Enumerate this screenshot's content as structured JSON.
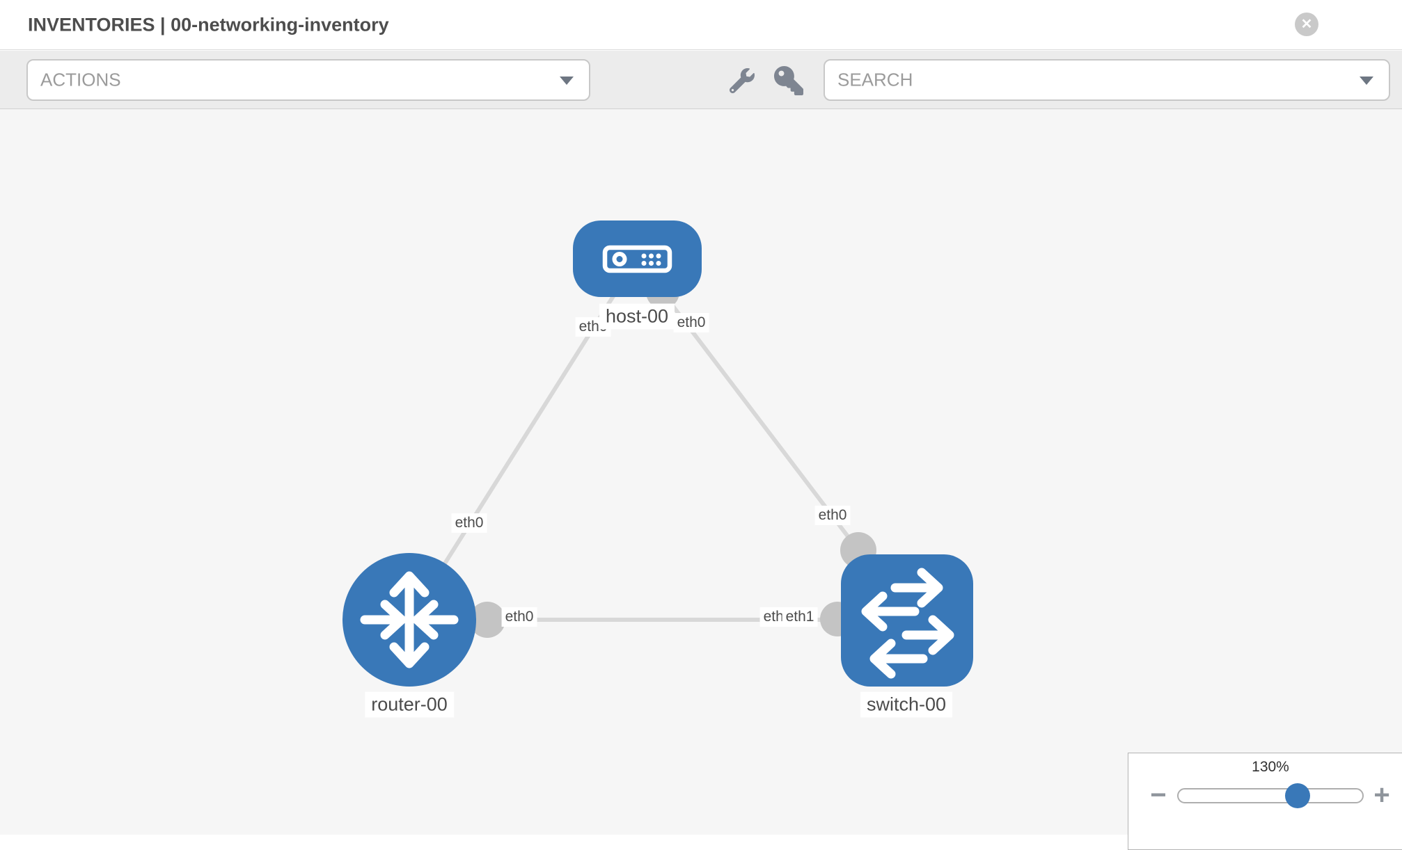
{
  "header": {
    "title": "INVENTORIES | 00-networking-inventory",
    "close_icon": "✕"
  },
  "toolbar": {
    "actions_label": "ACTIONS",
    "search_placeholder": "SEARCH",
    "icons": [
      "wrench-icon",
      "key-icon"
    ]
  },
  "topology": {
    "nodes": [
      {
        "label": "host-00",
        "type": "host"
      },
      {
        "label": "router-00",
        "type": "router"
      },
      {
        "label": "switch-00",
        "type": "switch"
      }
    ],
    "links": [
      {
        "from": "host-00",
        "from_interface": "eth0",
        "to": "router-00",
        "to_interface": "eth0"
      },
      {
        "from": "host-00",
        "from_interface": "eth0",
        "to": "switch-00",
        "to_interface": "eth0"
      },
      {
        "from": "router-00",
        "from_interface": "eth0",
        "to": "switch-00",
        "to_interface": "eth1"
      }
    ],
    "overlapped_interface_label": "eth0"
  },
  "zoom_control": {
    "value": "130%",
    "minus_icon": "−",
    "plus_icon": "+"
  },
  "colors": {
    "node_blue": "#3978b8",
    "edge_gray": "#d8d8d8",
    "connector_gray": "#c4c4c4",
    "toolbar_bg": "#ececec",
    "canvas_bg": "#f6f6f6"
  }
}
